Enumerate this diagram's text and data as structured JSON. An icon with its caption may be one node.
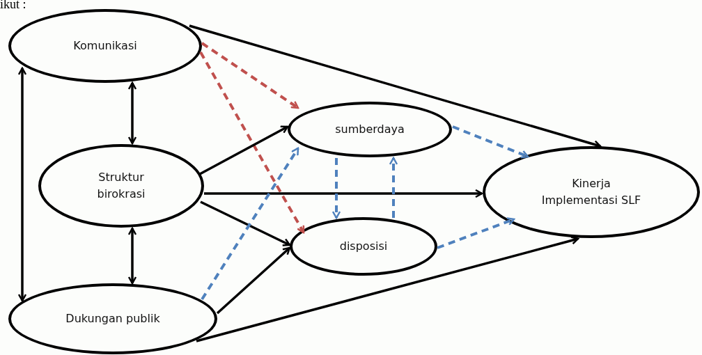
{
  "diagram": {
    "nodes": [
      {
        "text": [
          "Komunikasi"
        ]
      },
      {
        "text": [
          "Struktur birokrasi"
        ]
      },
      {
        "text": [
          "Dukungan publik"
        ]
      },
      {
        "text": [
          "sumberdaya"
        ]
      },
      {
        "text": [
          "disposisi"
        ]
      },
      {
        "text": [
          "Kinerja Implementasi SLF"
        ]
      }
    ],
    "edges": [
      {
        "from": 0,
        "to": 5,
        "arrow": "to"
      },
      {
        "from": 0,
        "to": 3,
        "arrow": "to",
        "style": "dashed",
        "color": "#c0504d"
      },
      {
        "from": 0,
        "to": 4,
        "arrow": "to",
        "style": "dashed",
        "color": "#c0504d"
      },
      {
        "from": 0,
        "to": 1,
        "arrow": "both"
      },
      {
        "from": 0,
        "to": 2,
        "arrow": "both"
      },
      {
        "from": 1,
        "to": 2,
        "arrow": "both"
      },
      {
        "from": 1,
        "to": 3,
        "arrow": "to"
      },
      {
        "from": 1,
        "to": 5,
        "arrow": "to"
      },
      {
        "from": 1,
        "to": 4,
        "arrow": "to"
      },
      {
        "from": 2,
        "to": 4,
        "arrow": "to"
      },
      {
        "from": 2,
        "to": 5,
        "arrow": "to"
      },
      {
        "from": 2,
        "to": 3,
        "arrow": "to",
        "style": "dashed",
        "color": "#4f81bd"
      },
      {
        "from": 3,
        "to": 4,
        "arrow": "to",
        "style": "dashed",
        "color": "#4f81bd"
      },
      {
        "from": 4,
        "to": 3,
        "arrow": "to",
        "style": "dashed",
        "color": "#4f81bd"
      },
      {
        "from": 3,
        "to": 5,
        "arrow": "to",
        "style": "dashed",
        "color": "#4f81bd"
      },
      {
        "from": 4,
        "to": 5,
        "arrow": "to",
        "style": "dashed",
        "color": "#4f81bd"
      }
    ],
    "labels": [
      "ikut :"
    ]
  }
}
